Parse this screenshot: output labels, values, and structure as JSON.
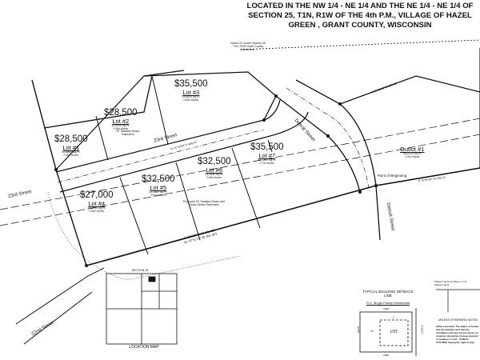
{
  "title": "LOCATED  IN THE NW 1/4 - NE 1/4 AND THE NE 1/4 - NE 1/4 OF SECTION 25, T1N, R1W OF THE 4th P.M., VILLAGE OF HAZEL GREEN , GRANT COUNTY, WISCONSIN",
  "corner_label": "North 1/4 Corner Section 25 T1N, R1W Grant County Monument",
  "streets": {
    "s23_main": "23rd Street",
    "s23_west": "23rd Street",
    "s22": "22nd Street",
    "detroit": "Detroit Street",
    "detroit_south": "Detroit Street"
  },
  "lots": [
    {
      "name": "Lot #1",
      "price": "$28,500",
      "area": "12.888± Sq.Ft.",
      "acres": "0.30± Acres"
    },
    {
      "name": "Lot #2",
      "price": "$28,500",
      "area": "13.000± Sq.Ft.",
      "acres": "0.30± Acres"
    },
    {
      "name": "Lot #3",
      "price": "$35,500",
      "area": "23,602± Sq.Ft.",
      "acres": "0.54± Acres"
    },
    {
      "name": "Lot #4",
      "price": "$27,000",
      "area": "23,371± Sq.Ft.",
      "acres": "0.54± Acres"
    },
    {
      "name": "Lot #5",
      "price": "$32,500",
      "area": "22,286± Sq.Ft.",
      "acres": "0.51± Acres"
    },
    {
      "name": "Lot #6",
      "price": "$32,500",
      "area": "23,339± Sq.Ft.",
      "acres": "0.54± Acres"
    },
    {
      "name": "Lot #7",
      "price": "$35,500",
      "area": "31,130± Sq.Ft.",
      "acres": "0.72± Acres"
    }
  ],
  "outlot": {
    "name": "Outlot #1",
    "area": "48,221± Sq.Ft.",
    "acres": "1.11± Acres"
  },
  "point_of_beginning": "Point of Beginning",
  "easement_note": "Proposed 20' Sanitary Sewer and Storm Sewer Easement",
  "sanitary_note": "20' Sanitary Sewer Easement",
  "bearings": {
    "south": "S 75°09'34\" W 491.83'",
    "south_record": "(S 74°51'11\" W 491.00')",
    "road": "N 75°10'00\" E 449.47'",
    "outlot_s": "S 75°09'34\" W 245.21'",
    "outlot_n": "N 69°58'59\" E 203.68'"
  },
  "location_map": {
    "title": "LOCATION MAP",
    "section": "SECTION 25"
  },
  "setback": {
    "title": "TYPICAL BUILDING SETBACK LINE",
    "zoning": "R-1, Single-Family Residential",
    "lot": "LOT",
    "side": "SIDE",
    "rear": "REAR",
    "street": "STREET",
    "dim_side": "7'",
    "dim_front": "25'"
  },
  "notes": {
    "title": "UNLESS OTHERWISE NOTED",
    "body": "Utility easement. The plates of buried and the planted such that the installation and any access above on structure should be of areas deemed in violation of 1.12... PUBLIC UTILITIES having the right of way.",
    "legend": "Platted Lands by Others or Un-Platted Lands"
  }
}
